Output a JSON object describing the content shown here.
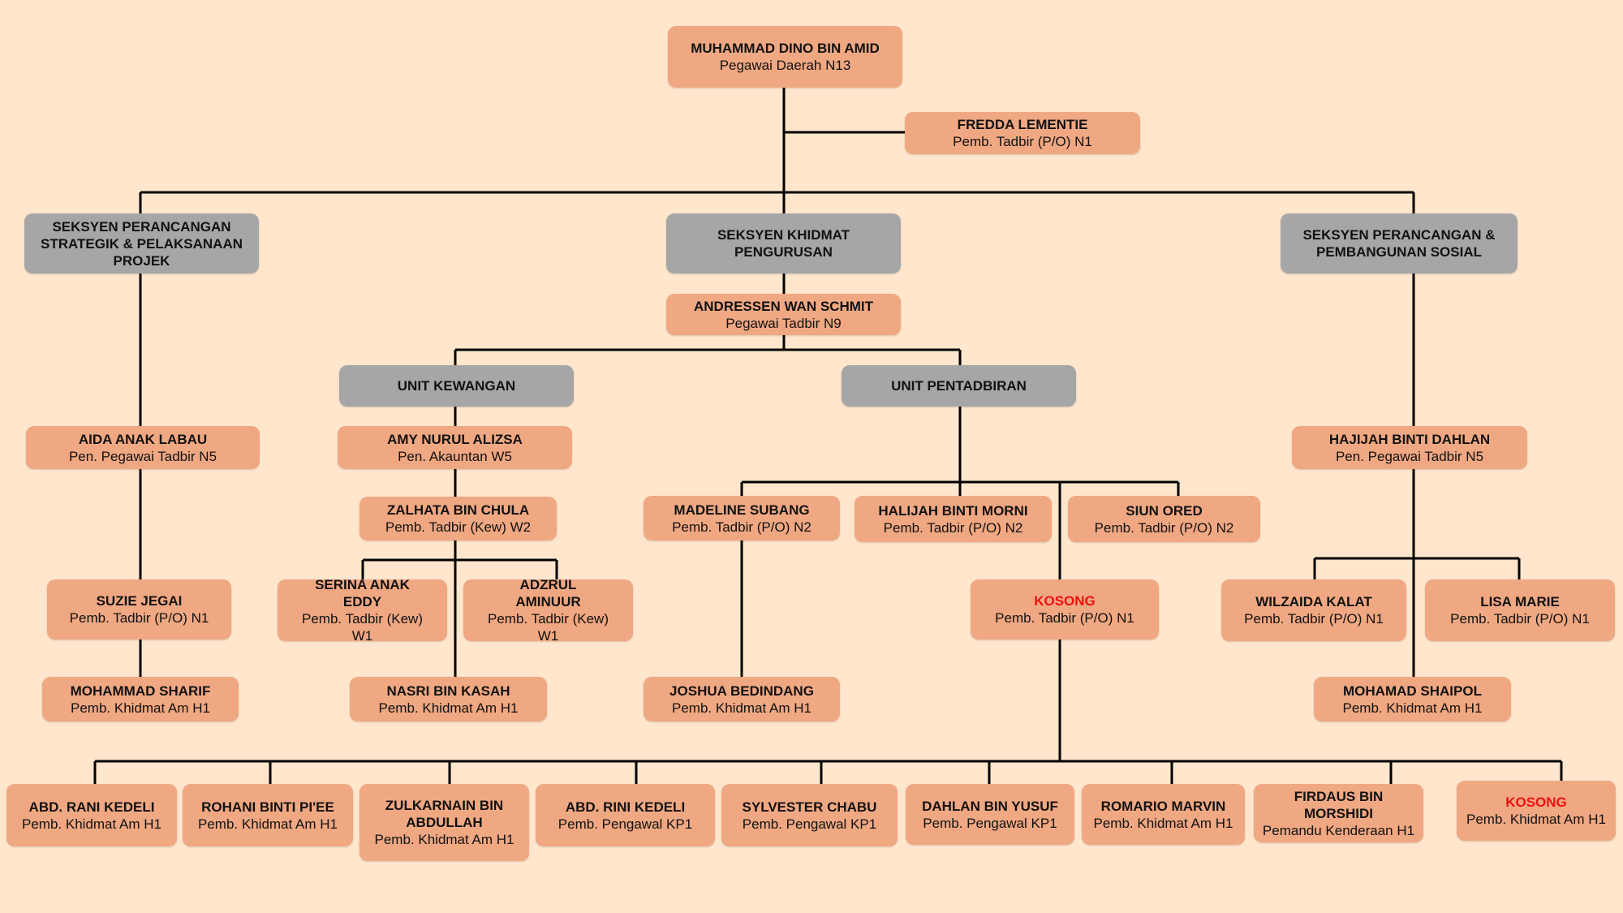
{
  "sections": {
    "strategik": "SEKSYEN PERANCANGAN STRATEGIK & PELAKSANAAN PROJEK",
    "khidmat": "SEKSYEN KHIDMAT PENGURUSAN",
    "sosial": "SEKSYEN PERANCANGAN & PEMBANGUNAN SOSIAL",
    "kewangan": "UNIT KEWANGAN",
    "pentadbiran": "UNIT PENTADBIRAN"
  },
  "people": {
    "dino": {
      "name": "MUHAMMAD DINO BIN AMID",
      "title": "Pegawai Daerah N13"
    },
    "fredda": {
      "name": "FREDDA LEMENTIE",
      "title": "Pemb. Tadbir (P/O) N1"
    },
    "andressen": {
      "name": "ANDRESSEN WAN SCHMIT",
      "title": "Pegawai Tadbir N9"
    },
    "aida": {
      "name": "AIDA ANAK LABAU",
      "title": "Pen. Pegawai Tadbir N5"
    },
    "suzie": {
      "name": "SUZIE JEGAI",
      "title": "Pemb. Tadbir (P/O) N1"
    },
    "sharif": {
      "name": "MOHAMMAD SHARIF",
      "title": "Pemb. Khidmat Am  H1"
    },
    "amy": {
      "name": "AMY NURUL ALIZSA",
      "title": "Pen.  Akauntan W5"
    },
    "zalhata": {
      "name": "ZALHATA BIN CHULA",
      "title": "Pemb. Tadbir (Kew) W2"
    },
    "serina": {
      "name": "SERINA ANAK EDDY",
      "title": "Pemb. Tadbir (Kew) W1"
    },
    "adzrul": {
      "name": "ADZRUL AMINUUR",
      "title": "Pemb. Tadbir (Kew) W1"
    },
    "nasri": {
      "name": "NASRI BIN KASAH",
      "title": "Pemb. Khidmat Am  H1"
    },
    "madeline": {
      "name": "MADELINE SUBANG",
      "title": "Pemb. Tadbir (P/O) N2"
    },
    "halijah": {
      "name": "HALIJAH BINTI MORNI",
      "title": "Pemb. Tadbir (P/O) N2"
    },
    "siun": {
      "name": "SIUN ORED",
      "title": "Pemb. Tadbir (P/O) N2"
    },
    "joshua": {
      "name": "JOSHUA BEDINDANG",
      "title": "Pemb. Khidmat Am  H1"
    },
    "kosong1": {
      "name": "KOSONG",
      "title": "Pemb. Tadbir (P/O) N1"
    },
    "hajijah": {
      "name": "HAJIJAH BINTI DAHLAN",
      "title": "Pen. Pegawai Tadbir N5"
    },
    "wilzaida": {
      "name": "WILZAIDA KALAT",
      "title": "Pemb. Tadbir (P/O) N1"
    },
    "lisa": {
      "name": "LISA MARIE",
      "title": "Pemb. Tadbir (P/O) N1"
    },
    "shaipol": {
      "name": "MOHAMAD SHAIPOL",
      "title": "Pemb. Khidmat Am  H1"
    },
    "rani": {
      "name": "ABD. RANI KEDELI",
      "title": "Pemb. Khidmat Am H1"
    },
    "rohani": {
      "name": "ROHANI BINTI PI'EE",
      "title": "Pemb. Khidmat Am H1"
    },
    "zulkarnain": {
      "name": "ZULKARNAIN BIN ABDULLAH",
      "title": "Pemb. Khidmat Am H1"
    },
    "rini": {
      "name": "ABD. RINI KEDELI",
      "title": "Pemb. Pengawal KP1"
    },
    "sylvester": {
      "name": "SYLVESTER CHABU",
      "title": "Pemb. Pengawal KP1"
    },
    "dahlan": {
      "name": "DAHLAN BIN YUSUF",
      "title": "Pemb. Pengawal KP1"
    },
    "romario": {
      "name": "ROMARIO MARVIN",
      "title": "Pemb. Khidmat Am H1"
    },
    "firdaus": {
      "name": "FIRDAUS BIN MORSHIDI",
      "title": "Pemandu Kenderaan H1"
    },
    "kosong2": {
      "name": "KOSONG",
      "title": "Pemb. Khidmat Am H1"
    }
  },
  "colors": {
    "background": "#ffe6cc",
    "person_box": "#f0a882",
    "section_box": "#a6a6a6",
    "vacant_text": "#ee1111",
    "line": "#000000"
  }
}
